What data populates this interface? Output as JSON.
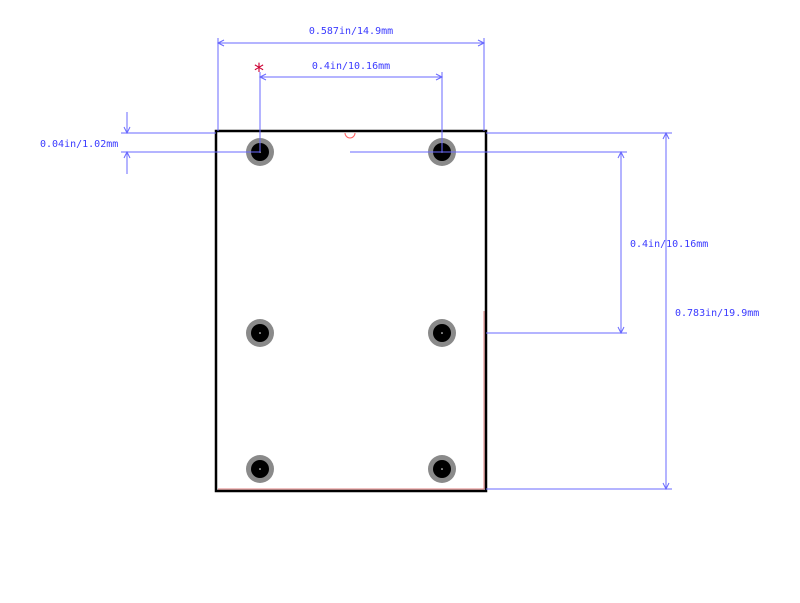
{
  "dimensions": {
    "overall_width": "0.587in/14.9mm",
    "pitch_horizontal": "0.4in/10.16mm",
    "edge_offset": "0.04in/1.02mm",
    "pitch_vertical": "0.4in/10.16mm",
    "overall_height": "0.783in/19.9mm"
  },
  "pin1_marker": "*",
  "colors": {
    "dimension": "#3a3aff",
    "outline": "#000000",
    "pad": "#8a8a8a",
    "pin1": "#cc0033"
  }
}
